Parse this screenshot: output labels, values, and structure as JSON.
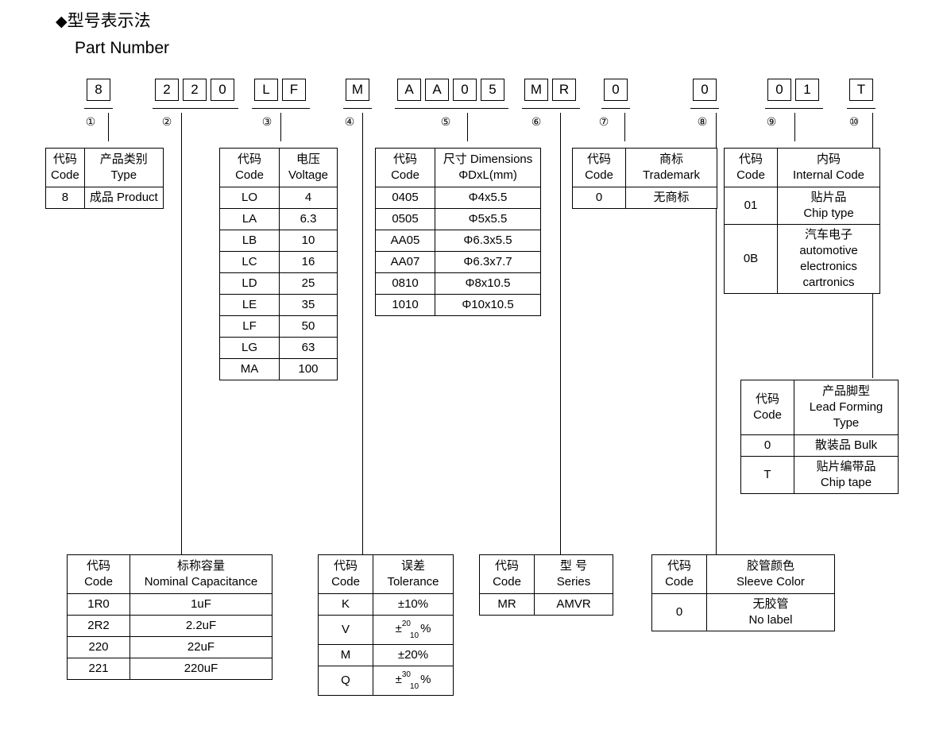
{
  "heading": {
    "bullet": "◆",
    "title_cn": "型号表示法",
    "title_en": "Part Number"
  },
  "part_number": {
    "segments": [
      {
        "marker": "①",
        "chars": [
          "8"
        ]
      },
      {
        "marker": "②",
        "chars": [
          "2",
          "2",
          "0"
        ]
      },
      {
        "marker": "③",
        "chars": [
          "L",
          "F"
        ]
      },
      {
        "marker": "④",
        "chars": [
          "M"
        ]
      },
      {
        "marker": "⑤",
        "chars": [
          "A",
          "A",
          "0",
          "5"
        ]
      },
      {
        "marker": "⑥",
        "chars": [
          "M",
          "R"
        ]
      },
      {
        "marker": "⑦",
        "chars": [
          "0"
        ]
      },
      {
        "marker": "⑧",
        "chars": [
          "0"
        ]
      },
      {
        "marker": "⑨",
        "chars": [
          "0",
          "1"
        ]
      },
      {
        "marker": "⑩",
        "chars": [
          "T"
        ]
      }
    ]
  },
  "tables": {
    "type": {
      "header": {
        "code_cn": "代码",
        "code_en": "Code",
        "value_cn": "产品类别",
        "value_en": "Type"
      },
      "rows": [
        {
          "code": "8",
          "value": "成品 Product"
        }
      ]
    },
    "voltage": {
      "header": {
        "code_cn": "代码",
        "code_en": "Code",
        "value_cn": "电压",
        "value_en": "Voltage"
      },
      "rows": [
        {
          "code": "LO",
          "value": "4"
        },
        {
          "code": "LA",
          "value": "6.3"
        },
        {
          "code": "LB",
          "value": "10"
        },
        {
          "code": "LC",
          "value": "16"
        },
        {
          "code": "LD",
          "value": "25"
        },
        {
          "code": "LE",
          "value": "35"
        },
        {
          "code": "LF",
          "value": "50"
        },
        {
          "code": "LG",
          "value": "63"
        },
        {
          "code": "MA",
          "value": "100"
        }
      ]
    },
    "dimensions": {
      "header": {
        "code_cn": "代码",
        "code_en": "Code",
        "value_cn": "尺寸 Dimensions",
        "value_en": "ΦDxL(mm)"
      },
      "rows": [
        {
          "code": "0405",
          "value": "Φ4x5.5"
        },
        {
          "code": "0505",
          "value": "Φ5x5.5"
        },
        {
          "code": "AA05",
          "value": "Φ6.3x5.5"
        },
        {
          "code": "AA07",
          "value": "Φ6.3x7.7"
        },
        {
          "code": "0810",
          "value": "Φ8x10.5"
        },
        {
          "code": "1010",
          "value": "Φ10x10.5"
        }
      ]
    },
    "trademark": {
      "header": {
        "code_cn": "代码",
        "code_en": "Code",
        "value_cn": "商标",
        "value_en": "Trademark"
      },
      "rows": [
        {
          "code": "0",
          "value": "无商标"
        }
      ]
    },
    "internal_code": {
      "header": {
        "code_cn": "代码",
        "code_en": "Code",
        "value_cn": "内码",
        "value_en": "Internal Code"
      },
      "rows": [
        {
          "code": "01",
          "line1": "贴片品",
          "line2": "Chip type",
          "line3": "",
          "line4": ""
        },
        {
          "code": "0B",
          "line1": "汽车电子",
          "line2": "automotive",
          "line3": "electronics",
          "line4": "cartronics"
        }
      ]
    },
    "lead_forming": {
      "header": {
        "code_cn": "代码",
        "code_en": "Code",
        "value_cn": "产品脚型",
        "value_en": "Lead Forming",
        "value_en2": "Type"
      },
      "rows": [
        {
          "code": "0",
          "line1": "散装品 Bulk",
          "line2": ""
        },
        {
          "code": "T",
          "line1": "贴片编带品",
          "line2": "Chip tape"
        }
      ]
    },
    "capacitance": {
      "header": {
        "code_cn": "代码",
        "code_en": "Code",
        "value_cn": "标称容量",
        "value_en": "Nominal Capacitance"
      },
      "rows": [
        {
          "code": "1R0",
          "value": "1uF"
        },
        {
          "code": "2R2",
          "value": "2.2uF"
        },
        {
          "code": "220",
          "value": "22uF"
        },
        {
          "code": "221",
          "value": "220uF"
        }
      ]
    },
    "tolerance": {
      "header": {
        "code_cn": "代码",
        "code_en": "Code",
        "value_cn": "误差",
        "value_en": "Tolerance"
      },
      "rows": [
        {
          "code": "K",
          "plain": "±10%",
          "sup": "",
          "sub": "",
          "pct": ""
        },
        {
          "code": "V",
          "plain": "",
          "sym": "±",
          "sup": "20",
          "sub": "10",
          "pct": "%"
        },
        {
          "code": "M",
          "plain": "±20%",
          "sup": "",
          "sub": "",
          "pct": ""
        },
        {
          "code": "Q",
          "plain": "",
          "sym": "±",
          "sup": "30",
          "sub": "10",
          "pct": "%"
        }
      ]
    },
    "series": {
      "header": {
        "code_cn": "代码",
        "code_en": "Code",
        "value_cn": "型 号",
        "value_en": "Series"
      },
      "rows": [
        {
          "code": "MR",
          "value": "AMVR"
        }
      ]
    },
    "sleeve_color": {
      "header": {
        "code_cn": "代码",
        "code_en": "Code",
        "value_cn": "胶管颜色",
        "value_en": "Sleeve Color"
      },
      "rows": [
        {
          "code": "0",
          "line1": "无胶管",
          "line2": "No label"
        }
      ]
    }
  }
}
